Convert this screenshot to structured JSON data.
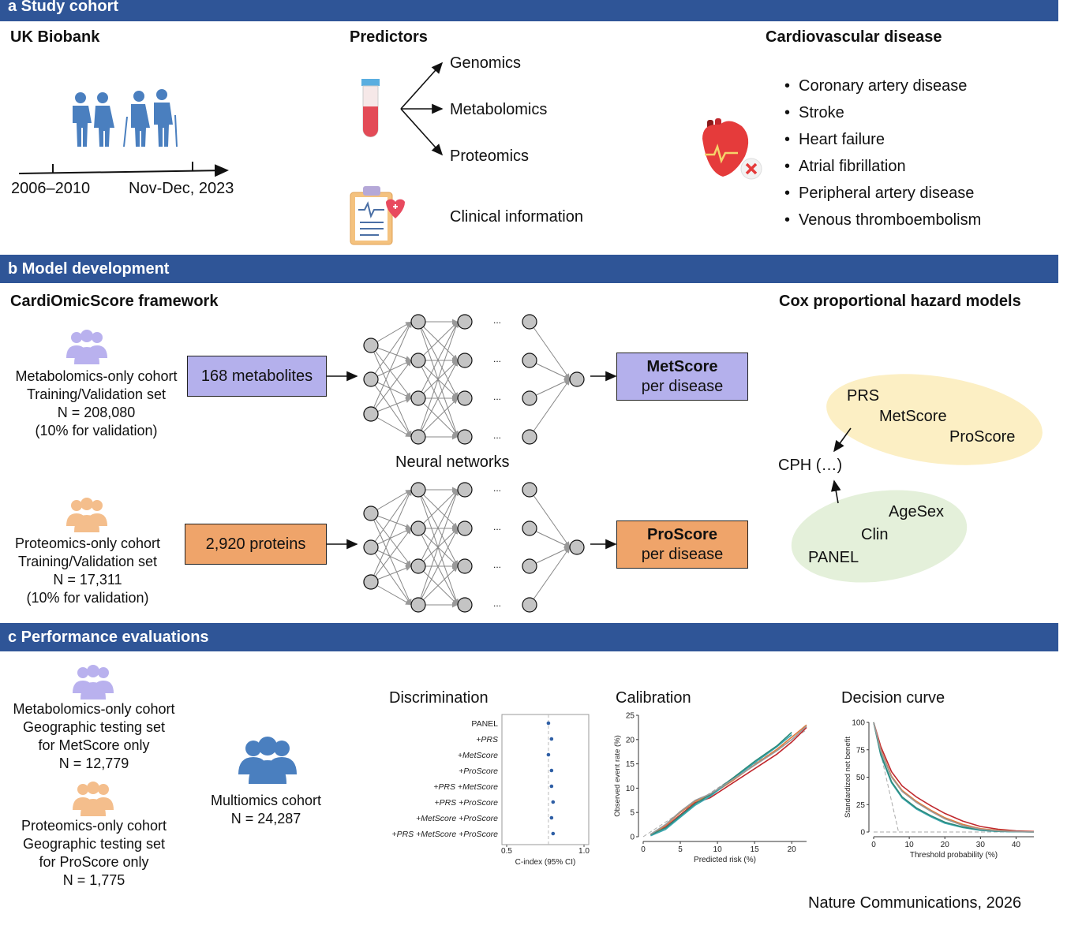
{
  "section_a": {
    "header": "a Study cohort",
    "uk_biobank": {
      "title": "UK Biobank",
      "timeline": [
        "2006–2010",
        "Nov-Dec, 2023"
      ]
    },
    "predictors": {
      "title": "Predictors",
      "items": [
        "Genomics",
        "Metabolomics",
        "Proteomics"
      ],
      "clinical": "Clinical information"
    },
    "cvd": {
      "title": "Cardiovascular disease",
      "items": [
        "Coronary artery disease",
        "Stroke",
        "Heart failure",
        "Atrial fibrillation",
        "Peripheral artery disease",
        "Venous thromboembolism"
      ]
    }
  },
  "section_b": {
    "header": "b Model development",
    "framework_title": "CardiOmicScore framework",
    "cox_title": "Cox proportional hazard models",
    "metabolomics_cohort": [
      "Metabolomics-only cohort",
      "Training/Validation set",
      "N = 208,080",
      "(10% for validation)"
    ],
    "proteomics_cohort": [
      "Proteomics-only cohort",
      "Training/Validation set",
      "N = 17,311",
      "(10% for validation)"
    ],
    "metabolites_box": "168 metabolites",
    "proteins_box": "2,920 proteins",
    "metscore_box": [
      "MetScore",
      "per disease"
    ],
    "proscore_box": [
      "ProScore",
      "per disease"
    ],
    "neural_networks_label": "Neural networks",
    "ellipsis": "...",
    "yellow_set": [
      "PRS",
      "MetScore",
      "ProScore"
    ],
    "green_set": [
      "AgeSex",
      "Clin",
      "PANEL"
    ],
    "cph_label": "CPH (…)"
  },
  "section_c": {
    "header": "c Performance evaluations",
    "metabolomics_test": [
      "Metabolomics-only cohort",
      "Geographic testing set",
      "for MetScore only",
      "N = 12,779"
    ],
    "proteomics_test": [
      "Proteomics-only cohort",
      "Geographic testing set",
      "for ProScore only",
      "N = 1,775"
    ],
    "multiomics": [
      "Multiomics cohort",
      "N = 24,287"
    ],
    "panel_titles": [
      "Discrimination",
      "Calibration",
      "Decision curve"
    ]
  },
  "chart_data": [
    {
      "type": "scatter",
      "title": "Discrimination",
      "xlabel": "C-index (95% CI)",
      "ylabel": "",
      "xlim": [
        0.5,
        1.0
      ],
      "xticks": [
        "0.5",
        "1.0"
      ],
      "categories": [
        "PANEL",
        "+PRS",
        "+MetScore",
        "+ProScore",
        "+PRS +MetScore",
        "+PRS +ProScore",
        "+MetScore +ProScore",
        "+PRS +MetScore +ProScore"
      ],
      "values": [
        0.77,
        0.79,
        0.77,
        0.79,
        0.79,
        0.8,
        0.79,
        0.8
      ],
      "reference_line": 0.77,
      "color": "#2f5fa5"
    },
    {
      "type": "line",
      "title": "Calibration",
      "xlabel": "Predicted risk (%)",
      "ylabel": "Observed event rate (%)",
      "xlim": [
        0,
        22
      ],
      "ylim": [
        0,
        25
      ],
      "xticks": [
        "0",
        "5",
        "10",
        "15",
        "20"
      ],
      "yticks": [
        "0",
        "5",
        "10",
        "15",
        "20",
        "25"
      ],
      "series": [
        {
          "color": "#c0282d",
          "x": [
            1,
            3,
            5,
            7,
            9,
            12,
            15,
            18,
            20,
            22
          ],
          "y": [
            0.5,
            2,
            4.5,
            7,
            8,
            11,
            14,
            17,
            19.5,
            22.5
          ]
        },
        {
          "color": "#e07a3a",
          "x": [
            1,
            3,
            5,
            7,
            9,
            12,
            15,
            18,
            20,
            22
          ],
          "y": [
            0.3,
            2.3,
            5,
            7.3,
            8.5,
            11.5,
            14.8,
            18,
            20.5,
            23
          ]
        },
        {
          "color": "#3aa6b0",
          "x": [
            1,
            3,
            5,
            7,
            9,
            12,
            15,
            18,
            20
          ],
          "y": [
            0.2,
            1.5,
            4,
            6.5,
            8.3,
            11.8,
            15.2,
            18.5,
            21
          ]
        },
        {
          "color": "#2c8a7a",
          "x": [
            1,
            3,
            5,
            7,
            9,
            12,
            15,
            18,
            20
          ],
          "y": [
            0.4,
            1.8,
            4.3,
            6.8,
            8.6,
            12,
            15.5,
            18.7,
            21.5
          ]
        },
        {
          "color": "#9a9a9a",
          "x": [
            1,
            3,
            5,
            7,
            9,
            12,
            15,
            18,
            20,
            22
          ],
          "y": [
            0.5,
            2.5,
            5.2,
            7.5,
            8.8,
            11.7,
            14.7,
            17.7,
            20,
            22.8
          ]
        }
      ],
      "reference": "diagonal"
    },
    {
      "type": "line",
      "title": "Decision curve",
      "xlabel": "Threshold probability (%)",
      "ylabel": "Standardized net benefit",
      "xlim": [
        0,
        45
      ],
      "ylim": [
        0,
        100
      ],
      "xticks": [
        "0",
        "10",
        "20",
        "30",
        "40"
      ],
      "yticks": [
        "0",
        "25",
        "50",
        "75",
        "100"
      ],
      "series": [
        {
          "color": "#c0282d",
          "x": [
            0,
            2,
            5,
            8,
            12,
            16,
            20,
            25,
            30,
            35,
            40,
            45
          ],
          "y": [
            100,
            78,
            55,
            42,
            32,
            24,
            17,
            10,
            5,
            2.5,
            1,
            0.5
          ]
        },
        {
          "color": "#e07a3a",
          "x": [
            0,
            2,
            5,
            8,
            12,
            16,
            20,
            25,
            30,
            35,
            40,
            45
          ],
          "y": [
            100,
            75,
            51,
            38,
            28,
            20,
            13,
            7,
            3,
            1.5,
            0.5,
            0.2
          ]
        },
        {
          "color": "#3aa6b0",
          "x": [
            0,
            2,
            5,
            8,
            12,
            16,
            20,
            25,
            30,
            35,
            40,
            45
          ],
          "y": [
            100,
            70,
            45,
            31,
            21,
            14,
            8,
            4,
            1.5,
            0.5,
            0.2,
            0
          ]
        },
        {
          "color": "#2c8a7a",
          "x": [
            0,
            2,
            5,
            8,
            12,
            16,
            20,
            25,
            30,
            35,
            40,
            45
          ],
          "y": [
            100,
            71,
            46,
            32,
            22,
            15,
            9,
            4.5,
            2,
            0.8,
            0.3,
            0
          ]
        },
        {
          "color": "#9a9a9a",
          "x": [
            0,
            2,
            5,
            8,
            12,
            16,
            20,
            25,
            30,
            35,
            40,
            45
          ],
          "y": [
            100,
            74,
            50,
            37,
            27,
            19,
            12,
            6,
            2.5,
            1,
            0.4,
            0.1
          ]
        }
      ],
      "reference_treat_all": {
        "x": [
          0,
          7
        ],
        "y": [
          100,
          0
        ]
      }
    }
  ],
  "footer": "Nature Communications, 2026",
  "colors": {
    "header_bar": "#2f5597",
    "met_fill": "#b4b0ec",
    "pro_fill": "#efa46a",
    "yellow_ellipse": "#fcefc4",
    "green_ellipse": "#e4f0da",
    "people_blue": "#4a7fbf",
    "people_purple": "#b9b1ee",
    "people_orange": "#f4be8c"
  }
}
